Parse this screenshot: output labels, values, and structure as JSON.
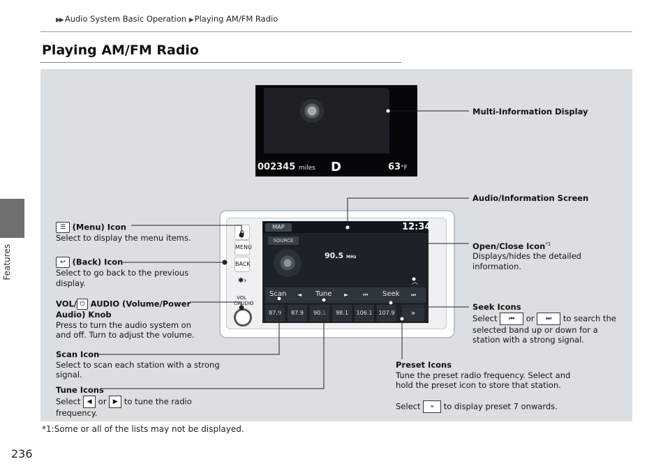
{
  "breadcrumb": {
    "items": [
      "Audio System Basic Operation",
      "Playing AM/FM Radio"
    ]
  },
  "page_title": "Playing AM/FM Radio",
  "side_tab": "Features",
  "page_number": "236",
  "footnote": "*1:Some or all of the lists may not be displayed.",
  "mid_display": {
    "odometer": "002345",
    "odometer_unit": "miles",
    "gear": "D",
    "temperature": "63",
    "temp_unit": "°F"
  },
  "screen": {
    "map_label": "MAP",
    "time": "12:34",
    "source_label": "SOURCE",
    "frequency": "90.5",
    "freq_unit": "MHz",
    "scan_label": "Scan",
    "tune_label": "Tune",
    "seek_label": "Seek",
    "presets": [
      "87.9",
      "87.9",
      "90.1",
      "98.1",
      "106.1",
      "107.9"
    ]
  },
  "hardware": {
    "menu_label": "MENU",
    "back_label": "BACK",
    "vol_label": "VOL",
    "audio_label": "AUDIO"
  },
  "callouts": {
    "mid_title": "Multi-Information Display",
    "audio_screen_title": "Audio/Information Screen",
    "menu_title": "(Menu) Icon",
    "menu_desc": "Select to display the menu items.",
    "back_title": "(Back) Icon",
    "back_desc_1": "Select to go back to the previous",
    "back_desc_2": "display.",
    "vol_title_a": "VOL/",
    "vol_title_b": "AUDIO (Volume/Power",
    "vol_title_c": "Audio) Knob",
    "vol_desc_1": "Press to turn the audio system on",
    "vol_desc_2": "and off. Turn to adjust the volume.",
    "open_title": "Open/Close Icon",
    "open_sup": "*1",
    "open_desc_1": "Displays/hides the detailed",
    "open_desc_2": "information.",
    "seek_title": "Seek Icons",
    "seek_desc_a": "Select",
    "seek_desc_or": "or",
    "seek_desc_b": "to search the",
    "seek_desc_2": "selected band up or down for a",
    "seek_desc_3": "station with a strong signal.",
    "scan_title": "Scan Icon",
    "scan_desc_1": "Select to scan each station with a strong",
    "scan_desc_2": "signal.",
    "preset_title": "Preset Icons",
    "preset_desc_1": "Tune the preset radio frequency. Select and",
    "preset_desc_2": "hold the preset icon to store that station.",
    "preset_desc_3a": "Select",
    "preset_desc_3b": "to display preset 7 onwards.",
    "tune_title": "Tune Icons",
    "tune_desc_a": "Select",
    "tune_desc_or": "or",
    "tune_desc_b": "to tune the radio",
    "tune_desc_2": "frequency."
  }
}
